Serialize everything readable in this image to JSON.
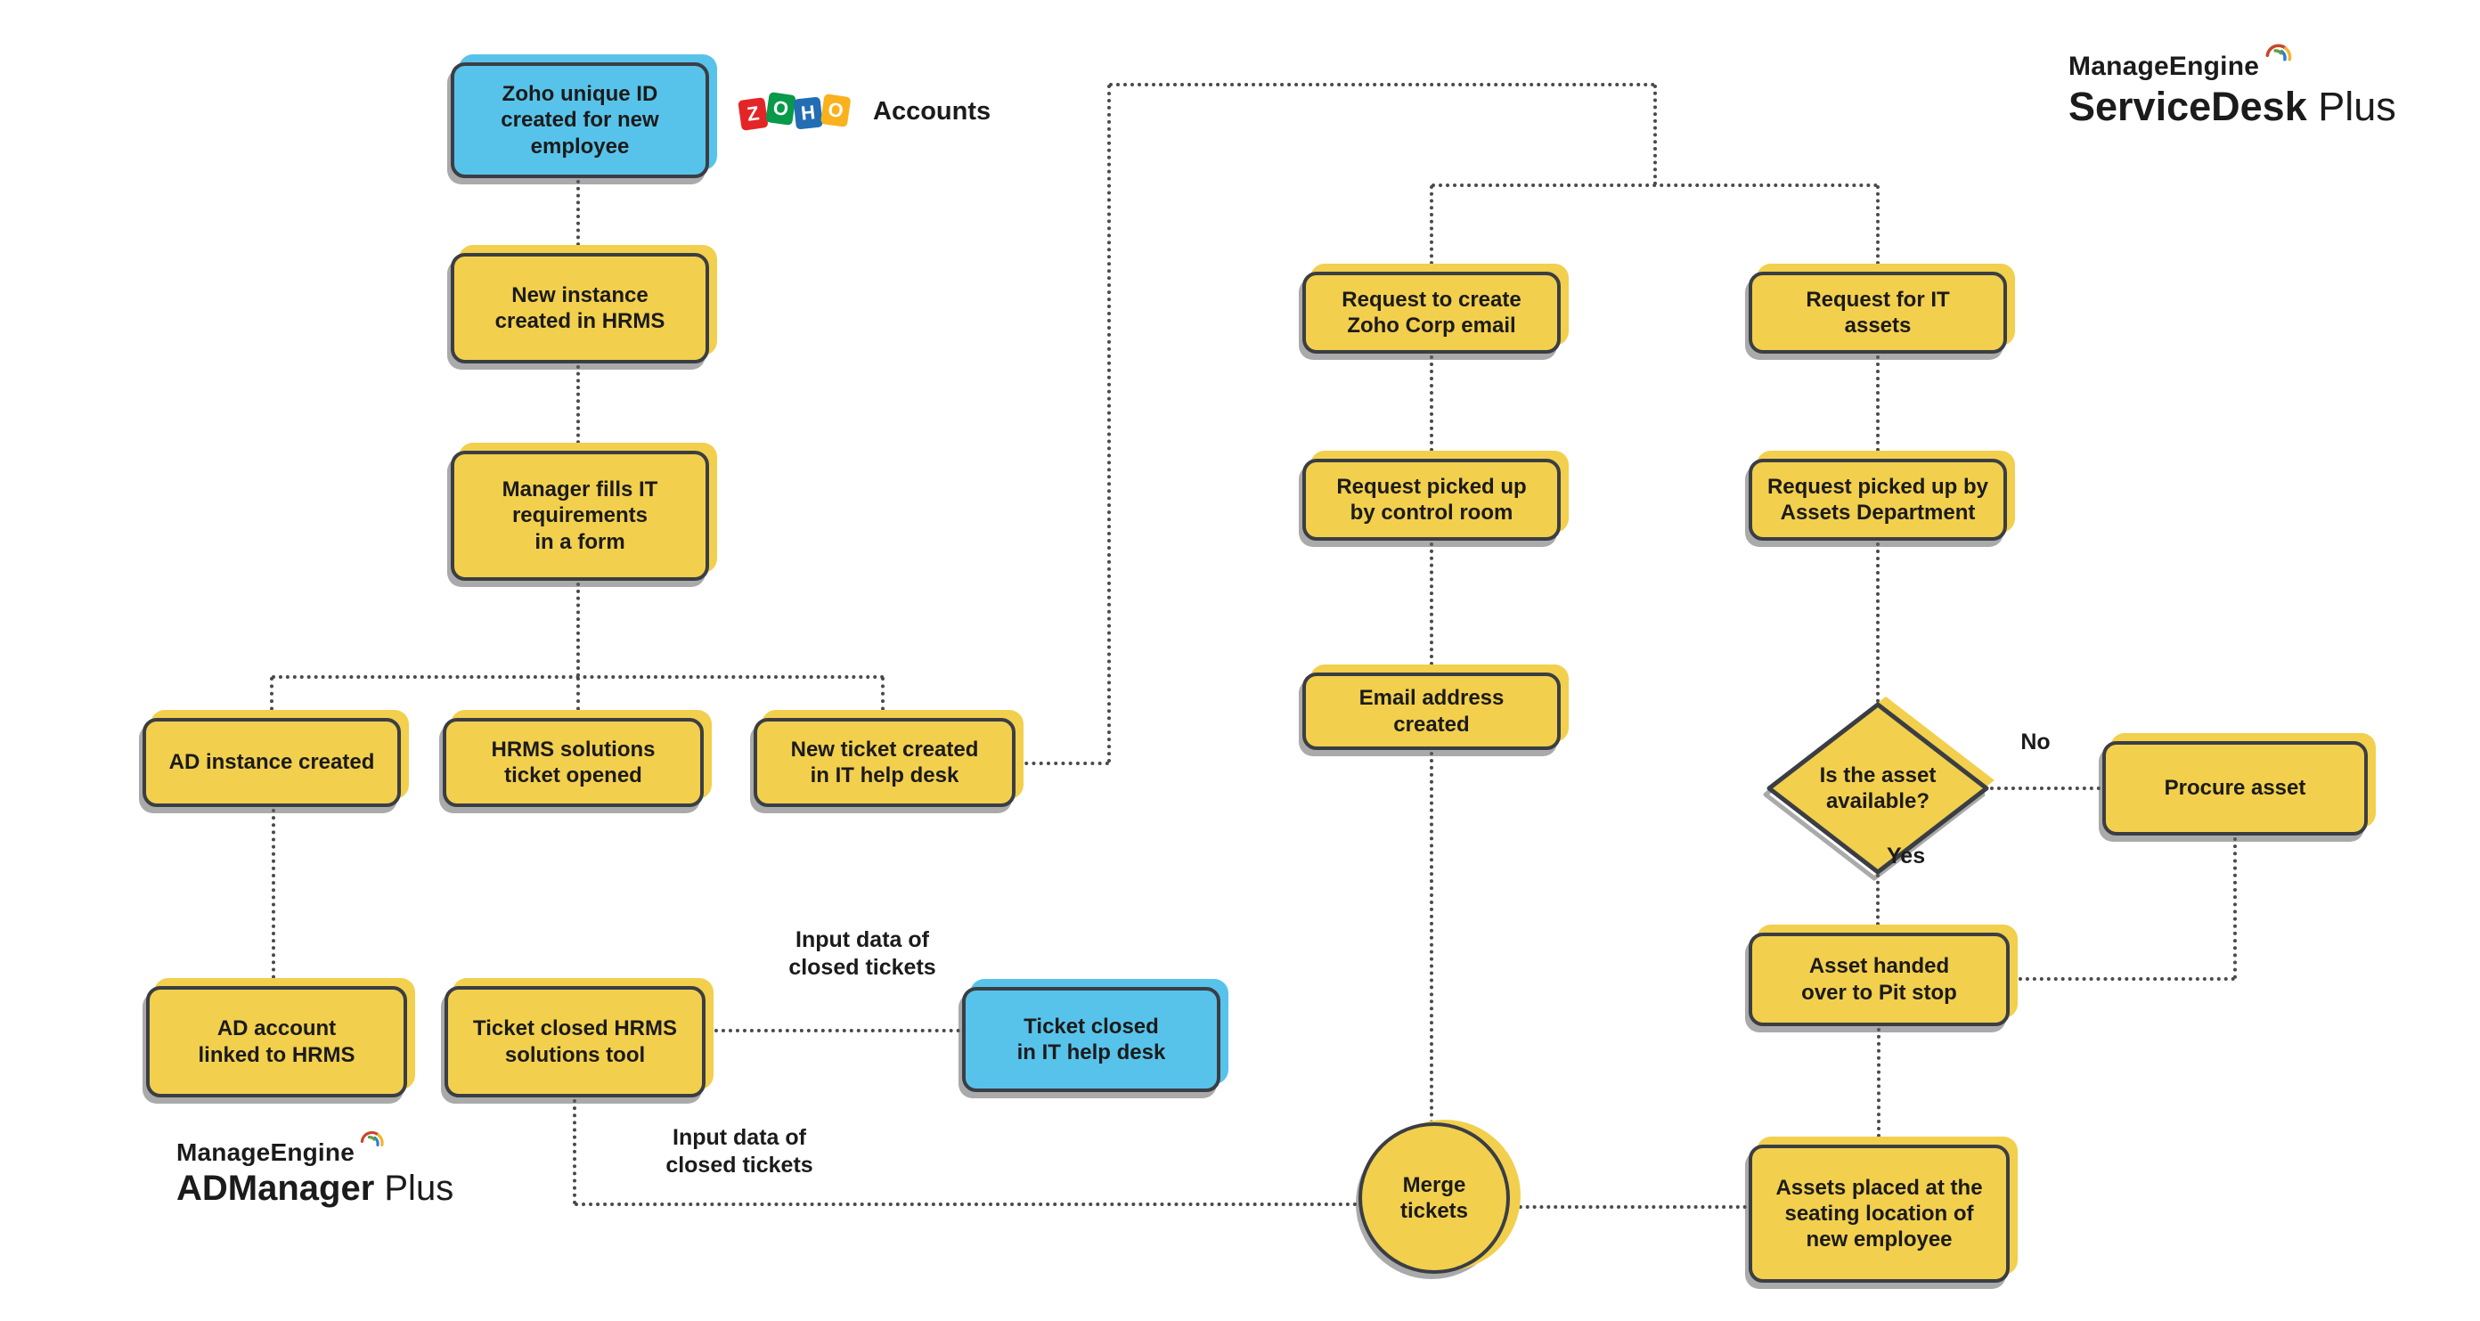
{
  "colors": {
    "yellow": "#F2CF4D",
    "blue": "#58C3EA",
    "border": "#3A3E44",
    "dot": "#4a4a4a",
    "text": "#1b1b1b"
  },
  "zoho_logo": {
    "letters": [
      {
        "char": "Z",
        "color": "#E42527"
      },
      {
        "char": "O",
        "color": "#089949"
      },
      {
        "char": "H",
        "color": "#226DB4"
      },
      {
        "char": "O",
        "color": "#F9B21D"
      }
    ],
    "label": "Accounts"
  },
  "servicedesk_logo": {
    "brand": "ManageEngine",
    "product": "ServiceDesk",
    "suffix": " Plus"
  },
  "admanager_logo": {
    "brand": "ManageEngine",
    "product": "ADManager",
    "suffix": " Plus"
  },
  "nodes": [
    {
      "id": "zoho-unique-id",
      "shape": "process",
      "color": "blue",
      "label": "Zoho unique ID\ncreated for new\nemployee"
    },
    {
      "id": "new-instance-hrms",
      "shape": "process",
      "color": "yellow",
      "label": "New instance\ncreated in HRMS"
    },
    {
      "id": "manager-fills-form",
      "shape": "process",
      "color": "yellow",
      "label": "Manager fills IT\nrequirements\nin a form"
    },
    {
      "id": "ad-instance-created",
      "shape": "process",
      "color": "yellow",
      "label": "AD instance created"
    },
    {
      "id": "hrms-solutions-ticket",
      "shape": "process",
      "color": "yellow",
      "label": "HRMS solutions\nticket opened"
    },
    {
      "id": "new-ticket-it-help-desk",
      "shape": "process",
      "color": "yellow",
      "label": "New ticket created\nin IT help desk"
    },
    {
      "id": "ad-account-linked",
      "shape": "process",
      "color": "yellow",
      "label": "AD account\nlinked to HRMS"
    },
    {
      "id": "ticket-closed-hrms",
      "shape": "process",
      "color": "yellow",
      "label": "Ticket closed HRMS\nsolutions tool"
    },
    {
      "id": "ticket-closed-it-help-desk",
      "shape": "process",
      "color": "blue",
      "label": "Ticket closed\nin IT help desk"
    },
    {
      "id": "request-create-email",
      "shape": "process",
      "color": "yellow",
      "label": "Request to create\nZoho Corp email"
    },
    {
      "id": "request-picked-control-room",
      "shape": "process",
      "color": "yellow",
      "label": "Request picked up\nby control room"
    },
    {
      "id": "email-address-created",
      "shape": "process",
      "color": "yellow",
      "label": "Email address\ncreated"
    },
    {
      "id": "request-it-assets",
      "shape": "process",
      "color": "yellow",
      "label": "Request for IT\nassets"
    },
    {
      "id": "request-picked-assets-dept",
      "shape": "process",
      "color": "yellow",
      "label": "Request picked up by\nAssets Department"
    },
    {
      "id": "procure-asset",
      "shape": "process",
      "color": "yellow",
      "label": "Procure asset"
    },
    {
      "id": "asset-handed-pit-stop",
      "shape": "process",
      "color": "yellow",
      "label": "Asset handed\nover to Pit stop"
    },
    {
      "id": "assets-placed-seating",
      "shape": "process",
      "color": "yellow",
      "label": "Assets placed at the\nseating location of\nnew employee"
    },
    {
      "id": "is-asset-available",
      "shape": "decision",
      "color": "yellow",
      "label": "Is the asset\navailable?"
    },
    {
      "id": "merge-tickets",
      "shape": "terminator",
      "color": "yellow",
      "label": "Merge\ntickets"
    }
  ],
  "edge_labels": {
    "no": "No",
    "yes": "Yes",
    "input_data_top": "Input data of\nclosed tickets",
    "input_data_bottom": "Input data of\nclosed tickets"
  }
}
